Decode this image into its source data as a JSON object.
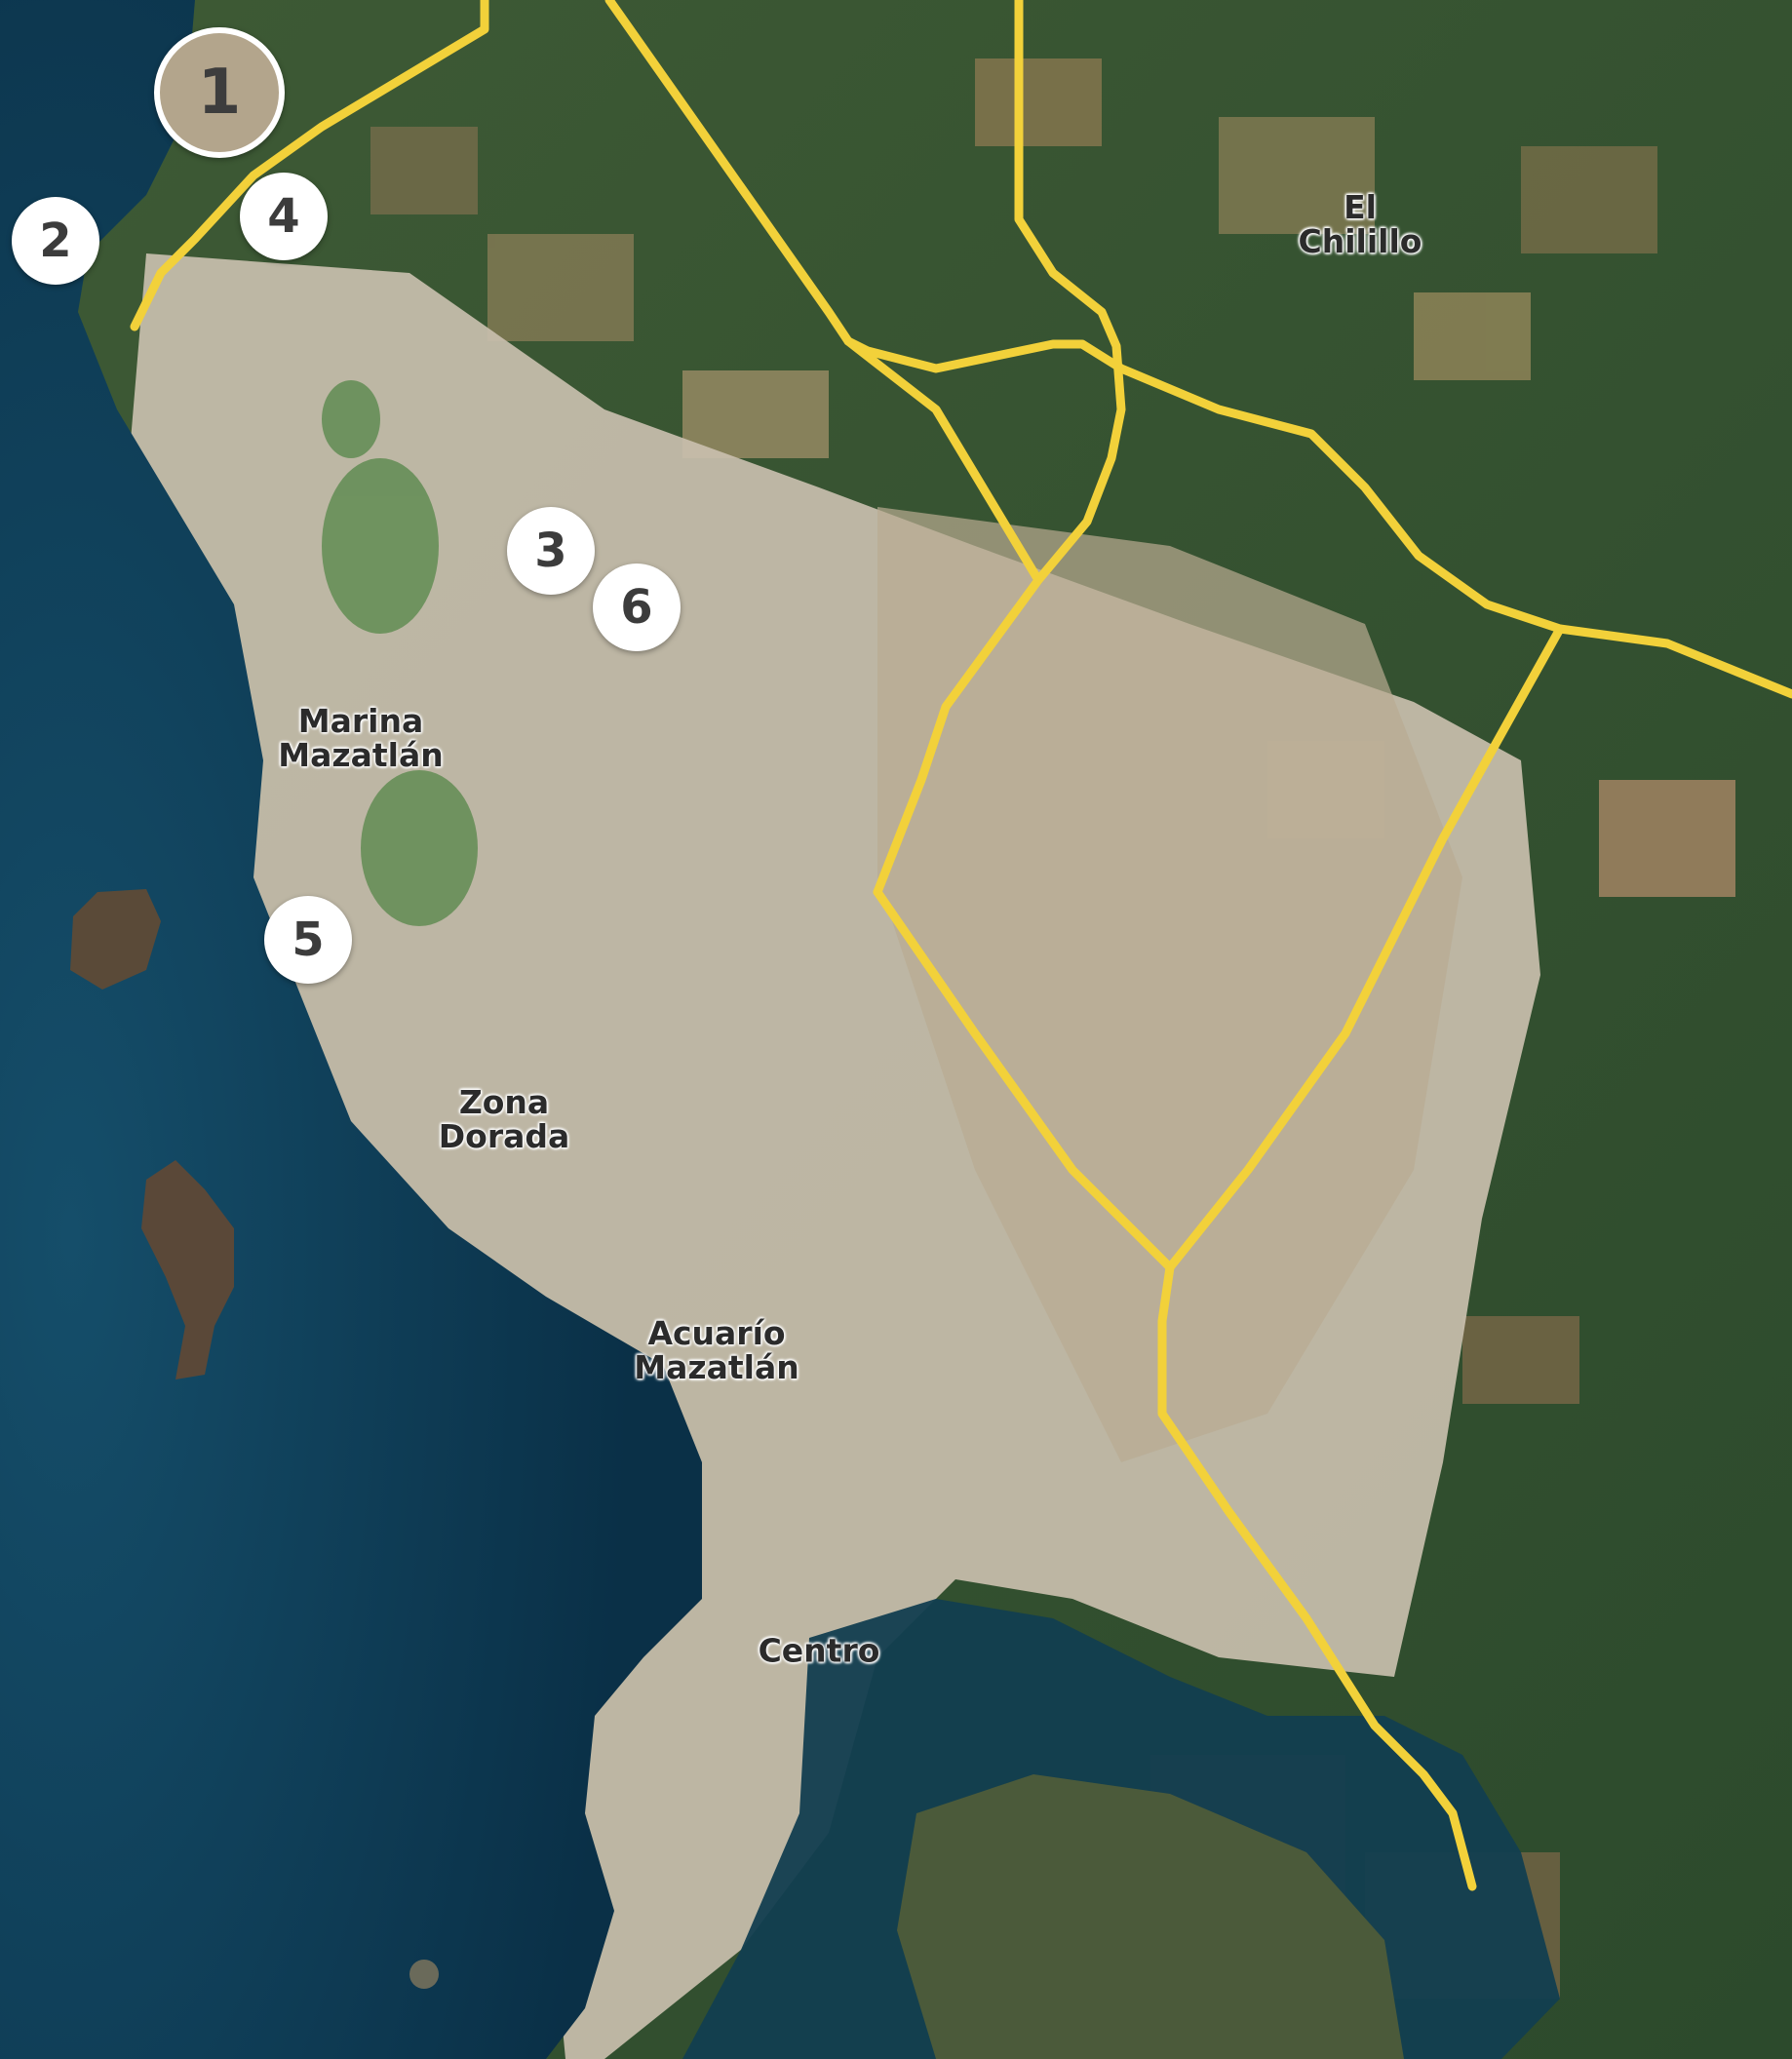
{
  "map": {
    "route_color": "#f2d13a",
    "ocean_color": "#0d3a52",
    "labels": {
      "el_chilillo": [
        "El",
        "Chilillo"
      ],
      "marina": [
        "Marina",
        "Mazatlán"
      ],
      "zona": [
        "Zona",
        "Dorada"
      ],
      "acuario": [
        "Acuarío",
        "Mazatlán"
      ],
      "centro": [
        "Centro"
      ]
    },
    "markers": {
      "m1": "1",
      "m2": "2",
      "m3": "3",
      "m4": "4",
      "m5": "5",
      "m6": "6"
    }
  }
}
